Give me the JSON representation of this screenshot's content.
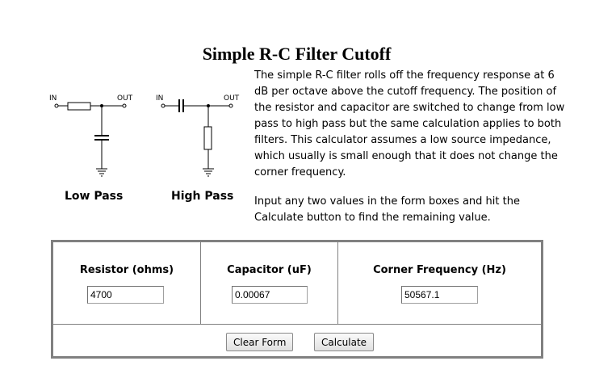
{
  "title": "Simple R-C Filter Cutoff",
  "description": {
    "paragraph1": "The simple R-C filter rolls off the frequency response at 6 dB per octave above the cutoff frequency. The position of the resistor and capacitor are switched to change from low pass to high pass but the same calculation applies to both filters. This calculator assumes a low source impedance, which usually is small enough that it does not change the corner frequency.",
    "paragraph2": "Input any two values in the form boxes and hit the Calculate button to find the remaining value."
  },
  "circuits": {
    "low_pass": {
      "label": "Low Pass",
      "in": "IN",
      "out": "OUT"
    },
    "high_pass": {
      "label": "High Pass",
      "in": "IN",
      "out": "OUT"
    }
  },
  "form": {
    "resistor": {
      "label": "Resistor (ohms)",
      "value": "4700"
    },
    "capacitor": {
      "label": "Capacitor (uF)",
      "value": "0.00067"
    },
    "frequency": {
      "label": "Corner Frequency (Hz)",
      "value": "50567.1"
    },
    "clear_label": "Clear Form",
    "calculate_label": "Calculate"
  }
}
